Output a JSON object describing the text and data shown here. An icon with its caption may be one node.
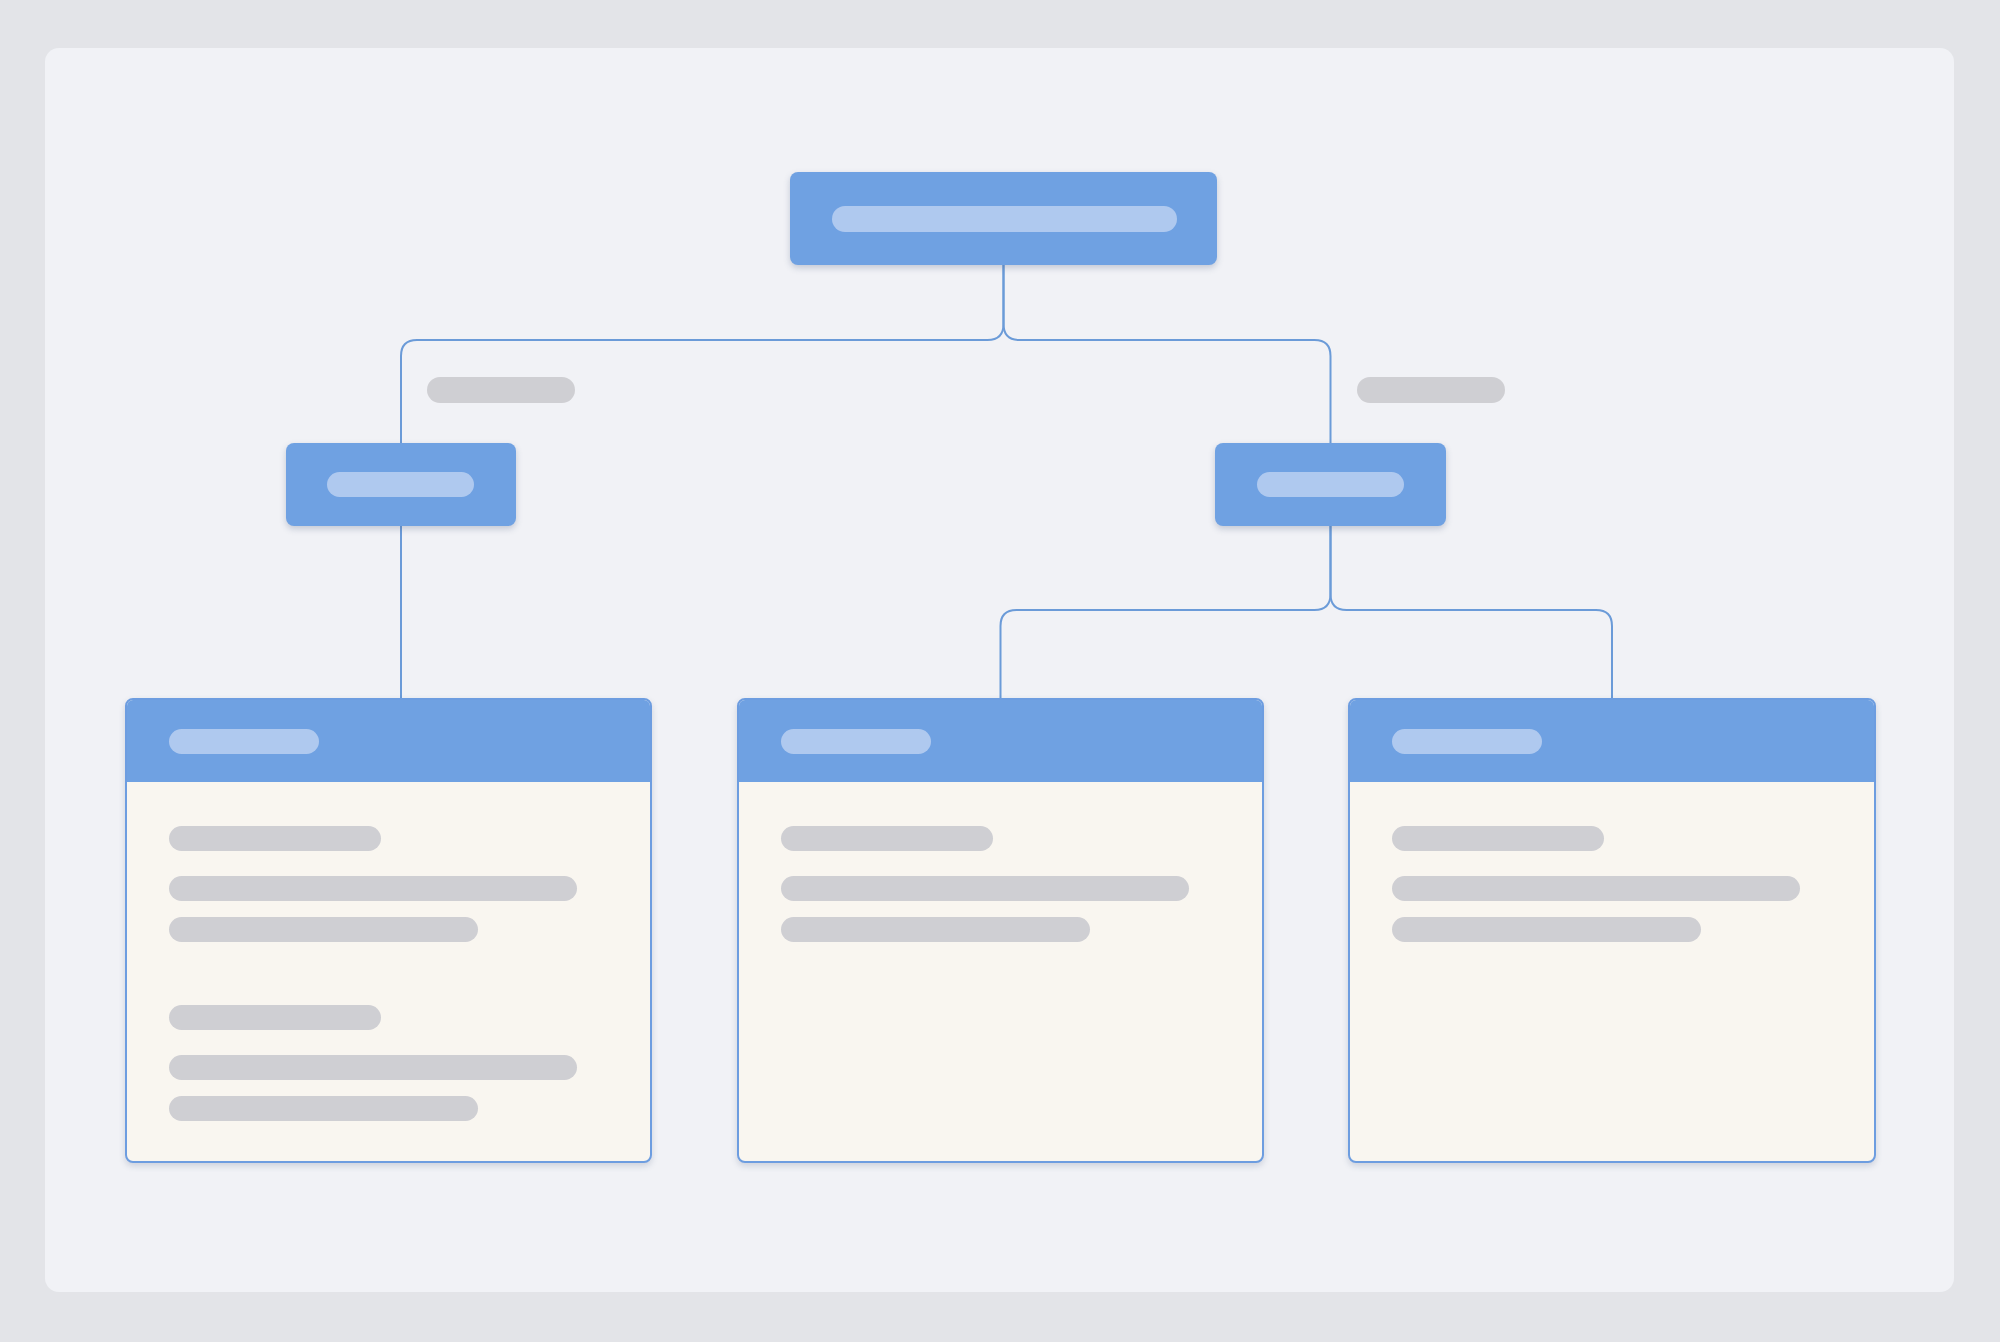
{
  "diagram": {
    "nodes": [
      {
        "text": [],
        "shape": "box"
      },
      {
        "text": [],
        "shape": "box"
      },
      {
        "text": [],
        "shape": "box"
      },
      {
        "text": [],
        "shape": "box"
      },
      {
        "text": [],
        "shape": "box"
      },
      {
        "text": [],
        "shape": "box"
      }
    ],
    "edges": [
      {
        "from": 0,
        "to": 1,
        "arrow": "none"
      },
      {
        "from": 0,
        "to": 2,
        "arrow": "none"
      },
      {
        "from": 1,
        "to": 3,
        "arrow": "none"
      },
      {
        "from": 2,
        "to": 4,
        "arrow": "none"
      },
      {
        "from": 2,
        "to": 5,
        "arrow": "none"
      }
    ]
  }
}
